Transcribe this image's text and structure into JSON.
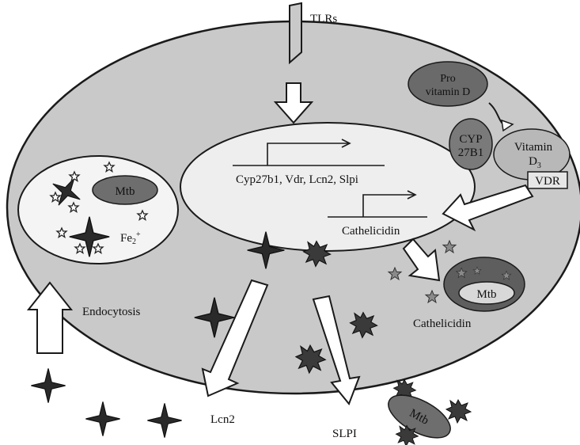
{
  "labels": {
    "tlrs": "TLRs",
    "pro_vitamin_line1": "Pro",
    "pro_vitamin_line2": "vitamin D",
    "cyp_line1": "CYP",
    "cyp_line2": "27B1",
    "vitamin_line1": "Vitamin",
    "vitamin_line2": "D",
    "vitamin_sub": "3",
    "vdr_box": "VDR",
    "genes": "Cyp27b1, Vdr, Lcn2, Slpi",
    "cathelicidin_gene": "Cathelicidin",
    "mtb_endosome": "Mtb",
    "fe_base": "Fe",
    "fe_sub": "2",
    "fe_sup": "+",
    "endocytosis": "Endocytosis",
    "mtb_vacuole": "Mtb",
    "cathelicidin_out": "Cathelicidin",
    "lcn2": "Lcn2",
    "slpi": "SLPI",
    "mtb_outside": "Mtb"
  },
  "colors": {
    "cell_fill": "#c9c9c9",
    "nucleus_fill": "#eeeeee",
    "dark_mtb": "#555555",
    "star_fill": "#2a2a2a",
    "arrow_fill": "#ffffff",
    "outline": "#222222"
  }
}
